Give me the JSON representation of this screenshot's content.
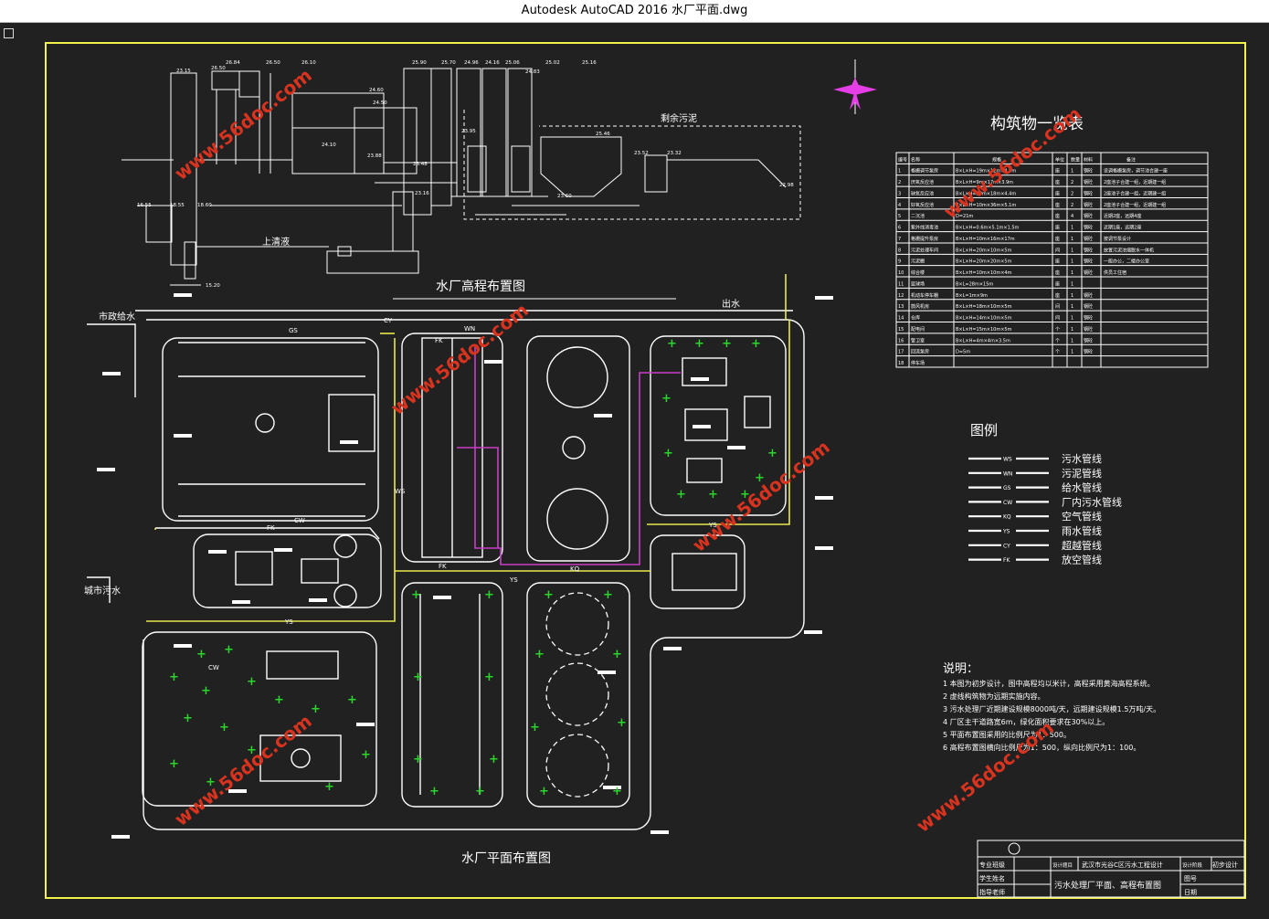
{
  "window": {
    "title": "Autodesk AutoCAD 2016    水厂平面.dwg"
  },
  "profile": {
    "title": "水厂高程布置图",
    "sludge_label": "剩余污泥",
    "supernatant_label": "上清液",
    "elevations": [
      "23.15",
      "26.50",
      "26.84",
      "26.50",
      "26.10",
      "25.90",
      "25.70",
      "24.96",
      "24.16",
      "25.06",
      "24.83",
      "25.02",
      "25.16",
      "24.60",
      "24.50",
      "24.10",
      "23.88",
      "23.48",
      "23.95",
      "25.46",
      "23.52",
      "23.32",
      "22.98",
      "23.16",
      "23.60",
      "18.55",
      "18.60",
      "16.55",
      "15.20"
    ]
  },
  "plan": {
    "title": "水厂平面布置图",
    "labels": {
      "municipal_water": "市政给水",
      "city_sewage": "城市污水",
      "outfall": "出水"
    },
    "pipe_codes": [
      "GS",
      "CY",
      "WN",
      "FK",
      "YS",
      "WS",
      "CW",
      "KQ"
    ]
  },
  "structures_table": {
    "title": "构筑物一览表",
    "headers": [
      "编号",
      "名称",
      "规格",
      "单位",
      "数量",
      "材料",
      "备注"
    ],
    "rows": [
      {
        "no": "1",
        "name": "格栅调节泵房",
        "spec": "B×L×H=19m×12m×4.0m",
        "unit": "座",
        "qty": "1",
        "mat": "钢砼",
        "note": "设调格栅泵房，调节池合建一座"
      },
      {
        "no": "2",
        "name": "厌氧反应池",
        "spec": "B×L×H=9m×17m×3.9m",
        "unit": "座",
        "qty": "2",
        "mat": "钢砼",
        "note": "2座池子合建一组，近期建一组"
      },
      {
        "no": "3",
        "name": "缺氧反应池",
        "spec": "B×L×H=20m×18m×4.4m",
        "unit": "座",
        "qty": "2",
        "mat": "钢砼",
        "note": "2座池子合建一组，近期建一组"
      },
      {
        "no": "4",
        "name": "好氧反应池",
        "spec": "B×L×H=10m×36m×5.1m",
        "unit": "座",
        "qty": "2",
        "mat": "钢砼",
        "note": "2座池子合建一组，近期建一组"
      },
      {
        "no": "5",
        "name": "二沉池",
        "spec": "D=21m",
        "unit": "座",
        "qty": "4",
        "mat": "钢砼",
        "note": "近期2座，远期4座"
      },
      {
        "no": "6",
        "name": "紫外线消毒池",
        "spec": "B×L×H=0.6m×5.1m×1.5m",
        "unit": "座",
        "qty": "1",
        "mat": "钢砼",
        "note": "近期1座，远期2座"
      },
      {
        "no": "7",
        "name": "格栅提升泵房",
        "spec": "B×L×H=10m×16m×17m",
        "unit": "座",
        "qty": "1",
        "mat": "钢砼",
        "note": "按调节泵设计"
      },
      {
        "no": "8",
        "name": "污泥处理车间",
        "spec": "B×L×H=20m×10m×5m",
        "unit": "间",
        "qty": "1",
        "mat": "钢砼",
        "note": "放置污泥浓缩脱水一体机"
      },
      {
        "no": "9",
        "name": "污泥棚",
        "spec": "B×L×H=20m×20m×5m",
        "unit": "座",
        "qty": "1",
        "mat": "钢砼",
        "note": "一般办公，二楼办公室"
      },
      {
        "no": "10",
        "name": "综合楼",
        "spec": "B×L×H=10m×10m×4m",
        "unit": "座",
        "qty": "1",
        "mat": "钢砼",
        "note": "供员工住宿"
      },
      {
        "no": "11",
        "name": "篮球场",
        "spec": "B×L=28m×15m",
        "unit": "座",
        "qty": "1",
        "mat": "",
        "note": ""
      },
      {
        "no": "12",
        "name": "机动车停车棚",
        "spec": "B×L=1m×9m",
        "unit": "座",
        "qty": "1",
        "mat": "钢砼",
        "note": ""
      },
      {
        "no": "13",
        "name": "鼓风机房",
        "spec": "B×L×H=18m×10m×5m",
        "unit": "间",
        "qty": "1",
        "mat": "钢砼",
        "note": ""
      },
      {
        "no": "14",
        "name": "仓库",
        "spec": "B×L×H=14m×10m×5m",
        "unit": "间",
        "qty": "1",
        "mat": "钢砼",
        "note": ""
      },
      {
        "no": "15",
        "name": "配电间",
        "spec": "B×L×H=15m×10m×5m",
        "unit": "个",
        "qty": "1",
        "mat": "钢砼",
        "note": ""
      },
      {
        "no": "16",
        "name": "警卫室",
        "spec": "B×L×H=4m×4m×3.5m",
        "unit": "个",
        "qty": "1",
        "mat": "钢砼",
        "note": ""
      },
      {
        "no": "17",
        "name": "回流泵房",
        "spec": "D=5m",
        "unit": "个",
        "qty": "1",
        "mat": "钢砼",
        "note": ""
      },
      {
        "no": "18",
        "name": "停车场",
        "spec": "",
        "unit": "",
        "qty": "",
        "mat": "",
        "note": ""
      }
    ]
  },
  "legend": {
    "title": "图例",
    "items": [
      {
        "code": "WS",
        "label": "污水管线"
      },
      {
        "code": "WN",
        "label": "污泥管线"
      },
      {
        "code": "GS",
        "label": "给水管线"
      },
      {
        "code": "CW",
        "label": "厂内污水管线"
      },
      {
        "code": "KQ",
        "label": "空气管线"
      },
      {
        "code": "YS",
        "label": "雨水管线"
      },
      {
        "code": "CY",
        "label": "超越管线"
      },
      {
        "code": "FK",
        "label": "放空管线"
      }
    ]
  },
  "notes": {
    "title": "说明：",
    "lines": [
      "1 本图为初步设计，图中高程均以米计，高程采用黄海高程系统。",
      "2 虚线构筑物为远期实施内容。",
      "3 污水处理厂近期建设规模8000吨/天，远期建设规模1.5万吨/天。",
      "4 厂区主干道路宽6m，绿化面积要求在30%以上。",
      "5 平面布置图采用的比例尺为1：500。",
      "6 高程布置图横向比例尺为1：500，纵向比例尺为1：100。"
    ]
  },
  "title_block": {
    "row1": [
      "专业班级",
      "设计题目",
      "武汉市光谷C区污水工程设计",
      "设计阶段",
      "初步设计"
    ],
    "row2": [
      "学生姓名",
      "污水处理厂平面、高程布置图",
      "图号"
    ],
    "row3": [
      "指导老师",
      "日期"
    ]
  },
  "watermark": "www.56doc.com",
  "colors": {
    "frame": "#f2f24a",
    "canvas": "#212121",
    "pipe_magenta": "#c83ec8",
    "tree": "#2bd52b",
    "watermark": "#d8331f"
  }
}
